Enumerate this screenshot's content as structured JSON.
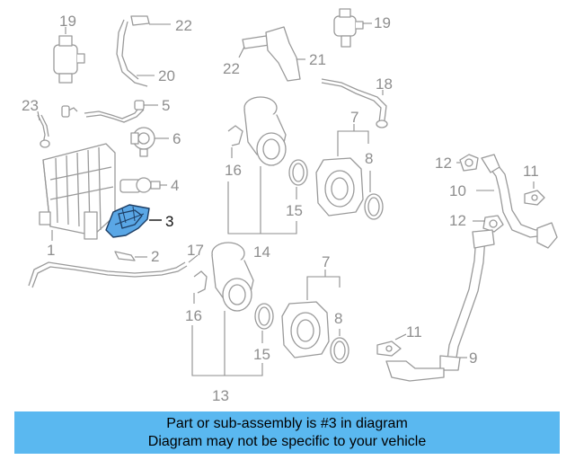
{
  "callouts": {
    "c1": "1",
    "c2": "2",
    "c3": "3",
    "c4": "4",
    "c5": "5",
    "c6": "6",
    "c7a": "7",
    "c7b": "7",
    "c8a": "8",
    "c8b": "8",
    "c9": "9",
    "c10": "10",
    "c11a": "11",
    "c11b": "11",
    "c12a": "12",
    "c12b": "12",
    "c13": "13",
    "c14": "14",
    "c15a": "15",
    "c15b": "15",
    "c16a": "16",
    "c16b": "16",
    "c17": "17",
    "c18": "18",
    "c19a": "19",
    "c19b": "19",
    "c20": "20",
    "c21": "21",
    "c22a": "22",
    "c22b": "22",
    "c23": "23"
  },
  "highlighted_part": "3",
  "colors": {
    "highlight_fill": "#5aa7e6",
    "banner": "#5ab8f0",
    "line_art": "#9a9a9a"
  },
  "banner": {
    "line1": "Part or sub-assembly is #3 in diagram",
    "line2": "Diagram may not be specific to your vehicle"
  }
}
